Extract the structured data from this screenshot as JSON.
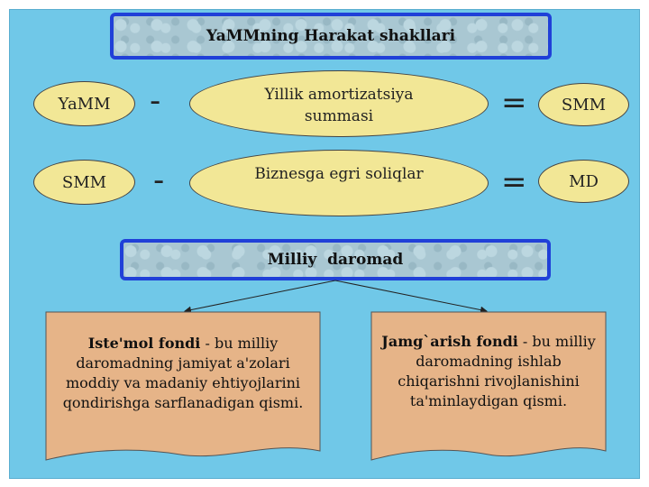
{
  "title": "YaMMning Harakat shakllari",
  "rows": [
    {
      "left": "YaMM",
      "op1": "-",
      "middle": "Yillik amortizatsiya summasi",
      "op2": "=",
      "right": "SMM"
    },
    {
      "left": "SMM",
      "op1": "-",
      "middle": "Biznesga egri soliqlar",
      "op2": "=",
      "right": "MD"
    }
  ],
  "subtitle": "Milliy  daromad",
  "funds": [
    {
      "term": "Iste'mol fondi",
      "desc": " - bu milliy daromadning jamiyat a'zolari moddiy va madaniy ehtiyojlarini qondirishga sarflanadigan qismi."
    },
    {
      "term": "Jamg`arish fondi",
      "desc": " - bu milliy daromadning ishlab chiqarishni rivojlanishini ta'minlaydigan qismi."
    }
  ],
  "colors": {
    "panel": "#70c8e8",
    "banner_border": "#2040d8",
    "pill": "#f2e796",
    "document": "#e6b488"
  }
}
